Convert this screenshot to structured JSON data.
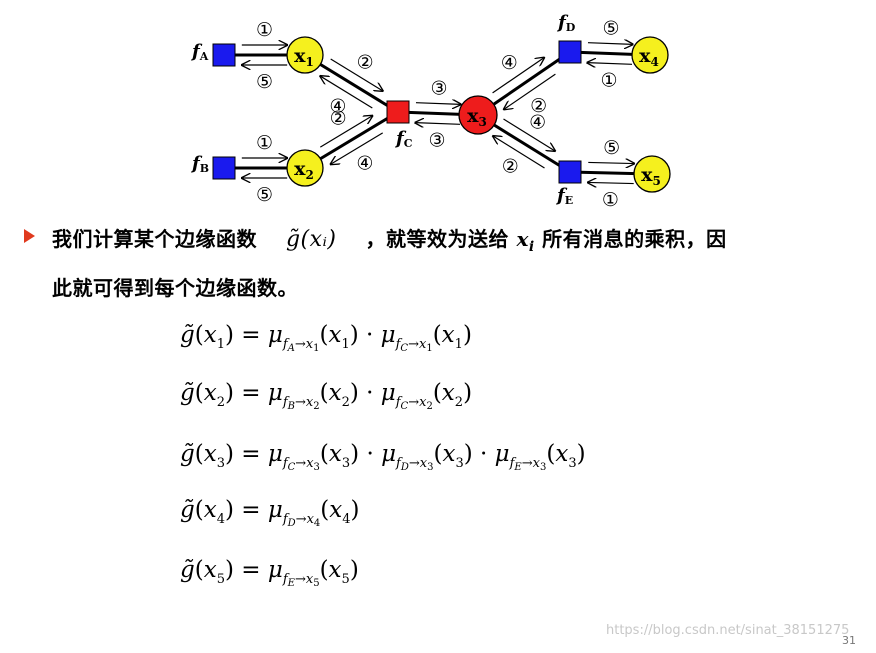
{
  "graph": {
    "variables": [
      {
        "id": "x1",
        "label": "x",
        "sub": "1",
        "color": "#f5f01e"
      },
      {
        "id": "x2",
        "label": "x",
        "sub": "2",
        "color": "#f5f01e"
      },
      {
        "id": "x3",
        "label": "x",
        "sub": "3",
        "color": "#ee1c1c"
      },
      {
        "id": "x4",
        "label": "x",
        "sub": "4",
        "color": "#f5f01e"
      },
      {
        "id": "x5",
        "label": "x",
        "sub": "5",
        "color": "#f5f01e"
      }
    ],
    "factors": [
      {
        "id": "fA",
        "label": "f",
        "sub": "A",
        "color": "#1a1aee"
      },
      {
        "id": "fB",
        "label": "f",
        "sub": "B",
        "color": "#1a1aee"
      },
      {
        "id": "fC",
        "label": "f",
        "sub": "C",
        "color": "#ee1c1c"
      },
      {
        "id": "fD",
        "label": "f",
        "sub": "D",
        "color": "#1a1aee"
      },
      {
        "id": "fE",
        "label": "f",
        "sub": "E",
        "color": "#1a1aee"
      }
    ],
    "step_labels": {
      "fA_x1_forward": "①",
      "fA_x1_back": "⑤",
      "fB_x2_forward": "①",
      "fB_x2_back": "⑤",
      "x1_fC_forward": "②",
      "x1_fC_back": "④",
      "x2_fC_forward": "②",
      "x2_fC_back": "④",
      "fC_x3_forward": "③",
      "fC_x3_back": "③",
      "x3_fD_forward": "④",
      "x3_fD_back": "②",
      "x3_fE_forward": "④",
      "x3_fE_back": "②",
      "fD_x4_forward": "⑤",
      "fD_x4_back": "①",
      "fE_x5_forward": "⑤",
      "fE_x5_back": "①"
    }
  },
  "bullet_text": {
    "part1": "我们计算某个边缘函数",
    "gx": "g̃(xᵢ)",
    "part2": "，就等效为送给",
    "xi_var": "x",
    "xi_sub": "i",
    "part3": "所有消息的乘积，因",
    "line2": "此就可得到每个边缘函数。"
  },
  "equations": [
    {
      "lhs": "1",
      "terms": [
        {
          "from": "A",
          "to": "1"
        },
        {
          "from": "C",
          "to": "1"
        }
      ]
    },
    {
      "lhs": "2",
      "terms": [
        {
          "from": "B",
          "to": "2"
        },
        {
          "from": "C",
          "to": "2"
        }
      ]
    },
    {
      "lhs": "3",
      "terms": [
        {
          "from": "C",
          "to": "3"
        },
        {
          "from": "D",
          "to": "3"
        },
        {
          "from": "E",
          "to": "3"
        }
      ]
    },
    {
      "lhs": "4",
      "terms": [
        {
          "from": "D",
          "to": "4"
        }
      ]
    },
    {
      "lhs": "5",
      "terms": [
        {
          "from": "E",
          "to": "5"
        }
      ]
    }
  ],
  "footer": {
    "watermark": "https://blog.csdn.net/sinat_38151275",
    "page_number": "31"
  }
}
